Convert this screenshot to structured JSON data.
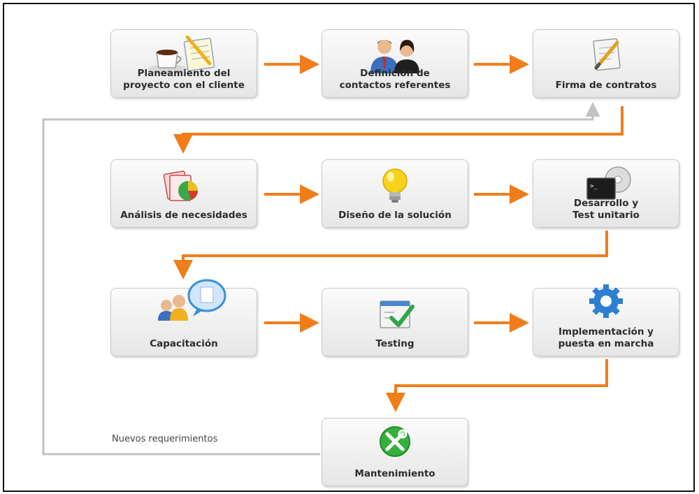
{
  "diagram": {
    "colors": {
      "arrow": "#f07d1a",
      "feedback": "#c2c2c2"
    },
    "steps": [
      {
        "label": "Planeamiento del\nproyecto con el cliente",
        "icon": "coffee-notepad-icon"
      },
      {
        "label": "Definición de\ncontactos referentes",
        "icon": "contacts-people-icon"
      },
      {
        "label": "Firma de contratos",
        "icon": "contract-pen-icon"
      },
      {
        "label": "Análisis de necesidades",
        "icon": "charts-icon"
      },
      {
        "label": "Diseño de la solución",
        "icon": "lightbulb-icon"
      },
      {
        "label": "Desarrollo y\nTest unitario",
        "icon": "terminal-cd-icon"
      },
      {
        "label": "Capacitación",
        "icon": "users-speech-icon"
      },
      {
        "label": "Testing",
        "icon": "checklist-icon"
      },
      {
        "label": "Implementación y\npuesta en marcha",
        "icon": "gear-icon"
      },
      {
        "label": "Mantenimiento",
        "icon": "tools-icon"
      }
    ],
    "feedback_label": "Nuevos requerimientos"
  }
}
